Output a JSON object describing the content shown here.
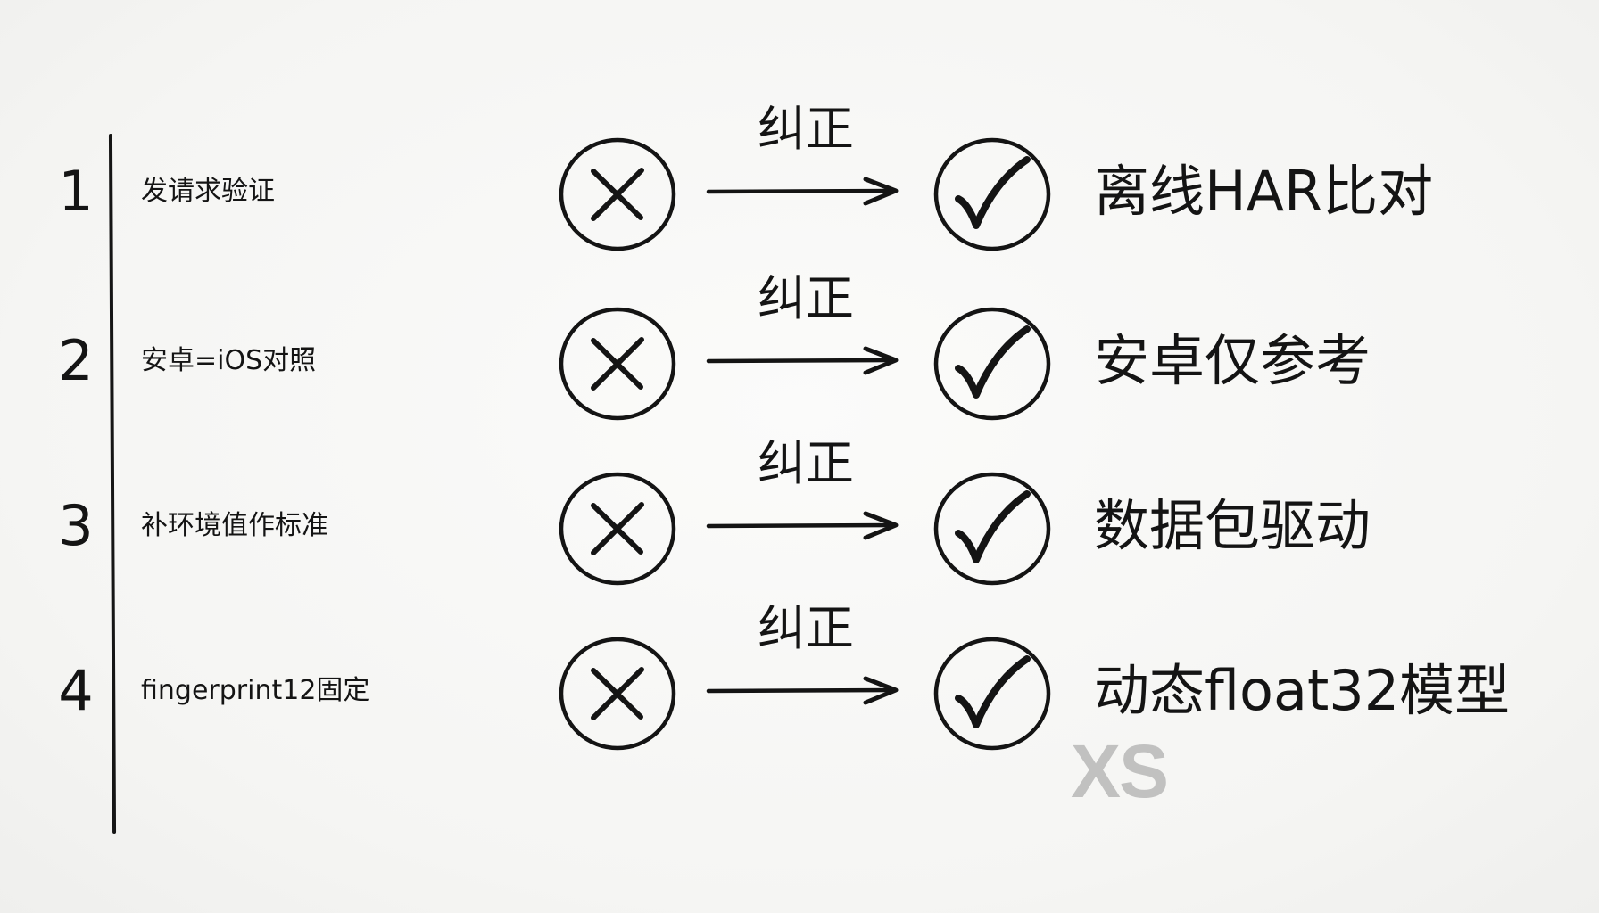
{
  "rows": [
    {
      "number": "1",
      "wrong": "发请求验证",
      "fix_label": "纠正",
      "right": "离线HAR比对"
    },
    {
      "number": "2",
      "wrong": "安卓=iOS对照",
      "fix_label": "纠正",
      "right": "安卓仅参考"
    },
    {
      "number": "3",
      "wrong": "补环境值作标准",
      "fix_label": "纠正",
      "right": "数据包驱动"
    },
    {
      "number": "4",
      "wrong": "fingerprint12固定",
      "fix_label": "纠正",
      "right": "动态float32模型"
    }
  ],
  "icons": {
    "wrong": "x-circle-icon",
    "correct": "check-circle-icon",
    "arrow": "arrow-right-icon"
  },
  "watermark": "XS",
  "colors": {
    "ink": "#141414",
    "background": "#f7f7f6",
    "watermark": "#969696"
  }
}
